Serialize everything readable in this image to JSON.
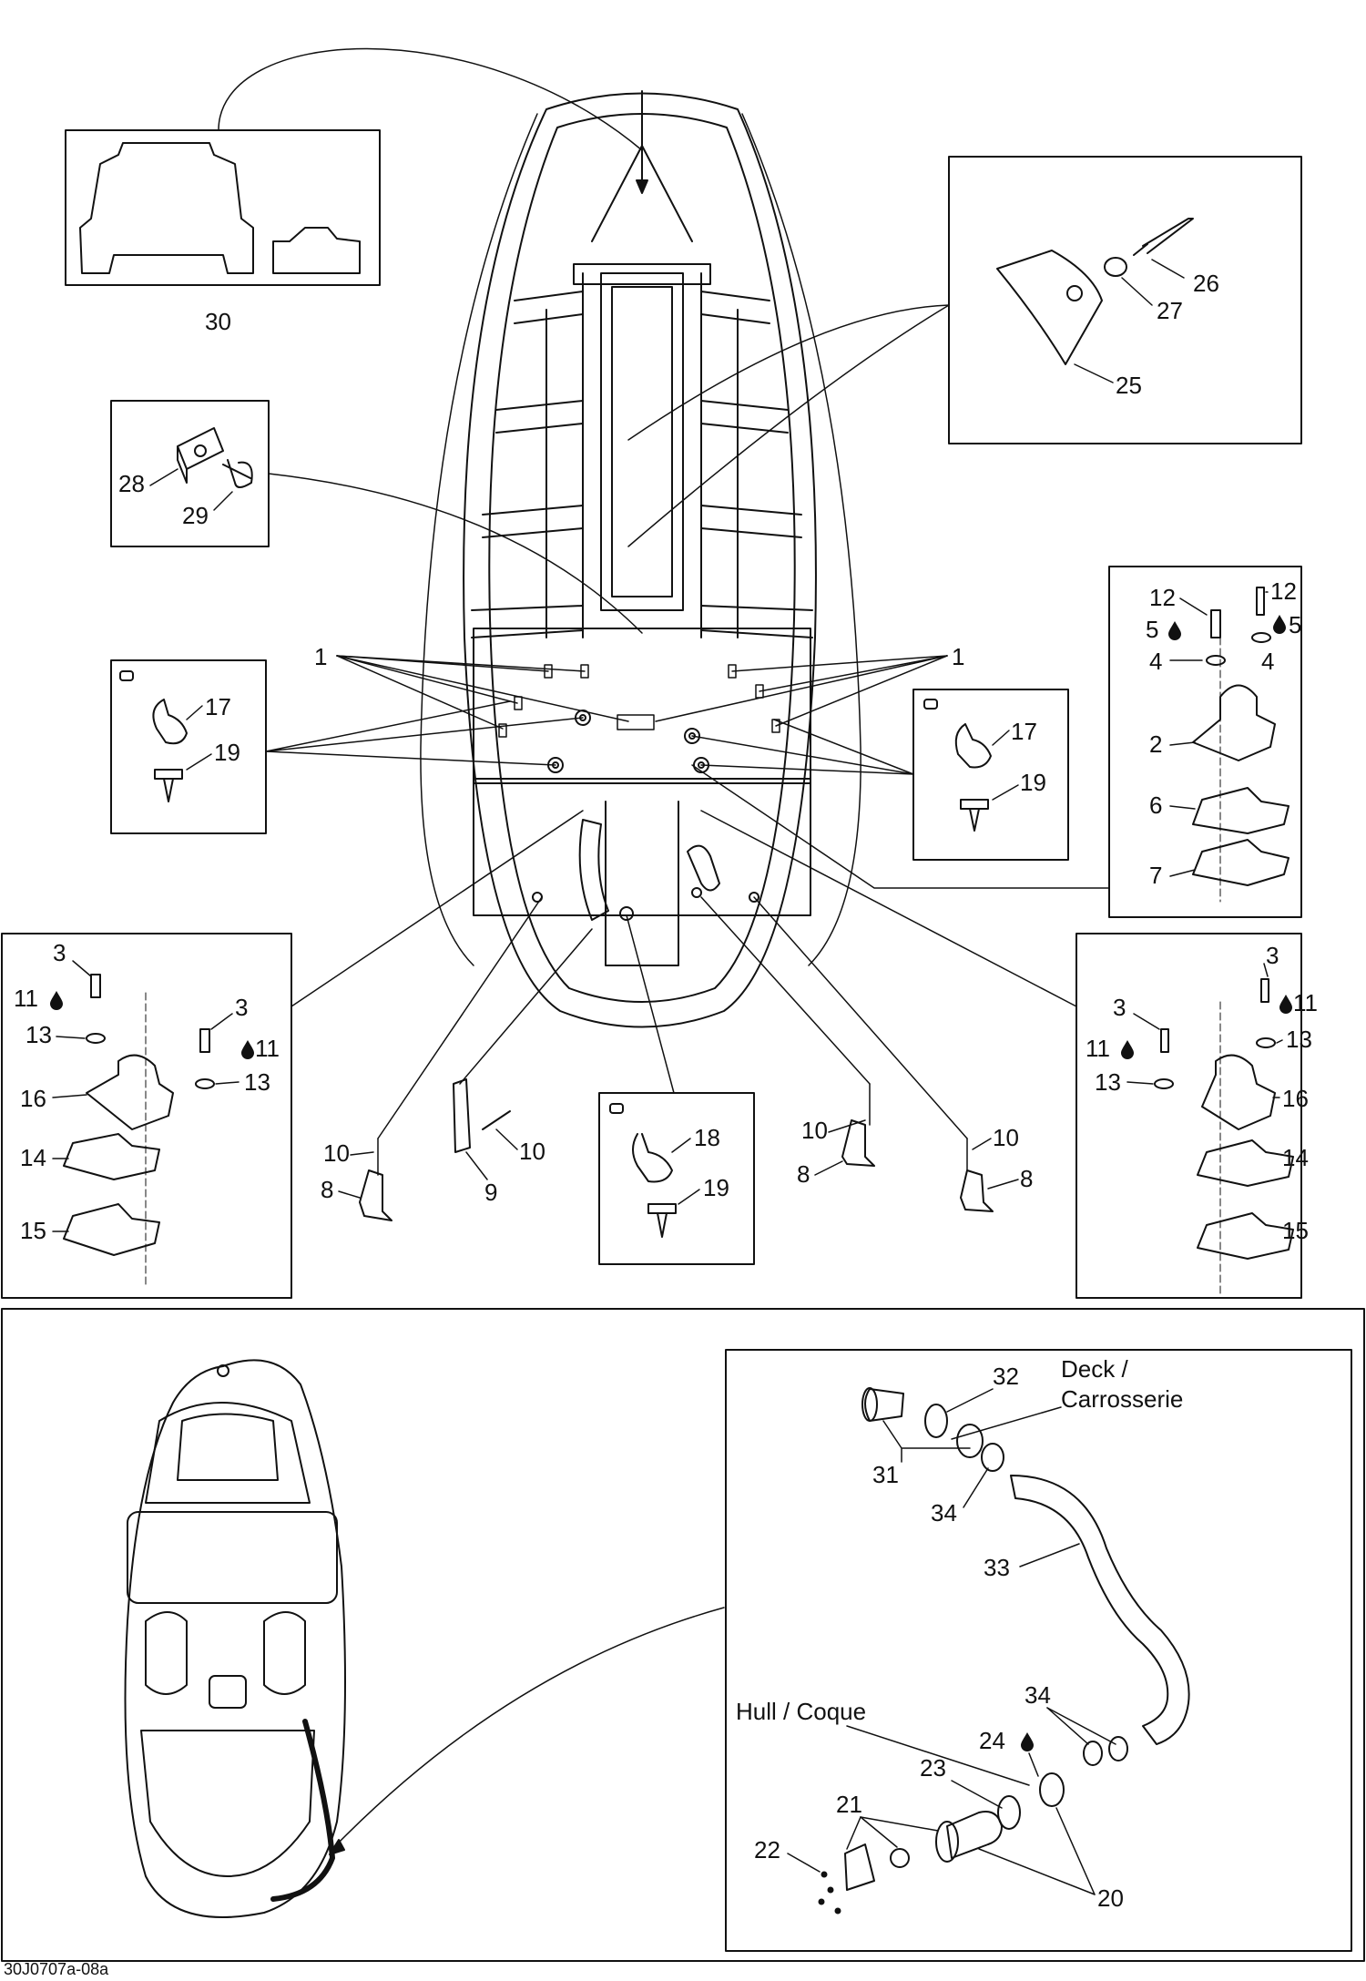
{
  "figure": {
    "reference_code": "30J0707a-08a",
    "ink_color": "#111111",
    "paper_color": "#ffffff"
  },
  "text_labels": {
    "deck": "Deck /",
    "deck2": "Carrosserie",
    "hull": "Hull / Coque"
  },
  "callouts": {
    "p1": "1",
    "p2": "2",
    "p3": "3",
    "p4": "4",
    "p5": "5",
    "p6": "6",
    "p7": "7",
    "p8": "8",
    "p9": "9",
    "p10": "10",
    "p11": "11",
    "p12": "12",
    "p13": "13",
    "p14": "14",
    "p15": "15",
    "p16": "16",
    "p17": "17",
    "p18": "18",
    "p19": "19",
    "p20": "20",
    "p21": "21",
    "p22": "22",
    "p23": "23",
    "p24": "24",
    "p25": "25",
    "p26": "26",
    "p27": "27",
    "p28": "28",
    "p29": "29",
    "p30": "30",
    "p31": "31",
    "p32": "32",
    "p33": "33",
    "p34": "34"
  },
  "icons": {
    "sealant_drop": "drop-icon",
    "tie_symbol": "rounded-square-icon"
  }
}
